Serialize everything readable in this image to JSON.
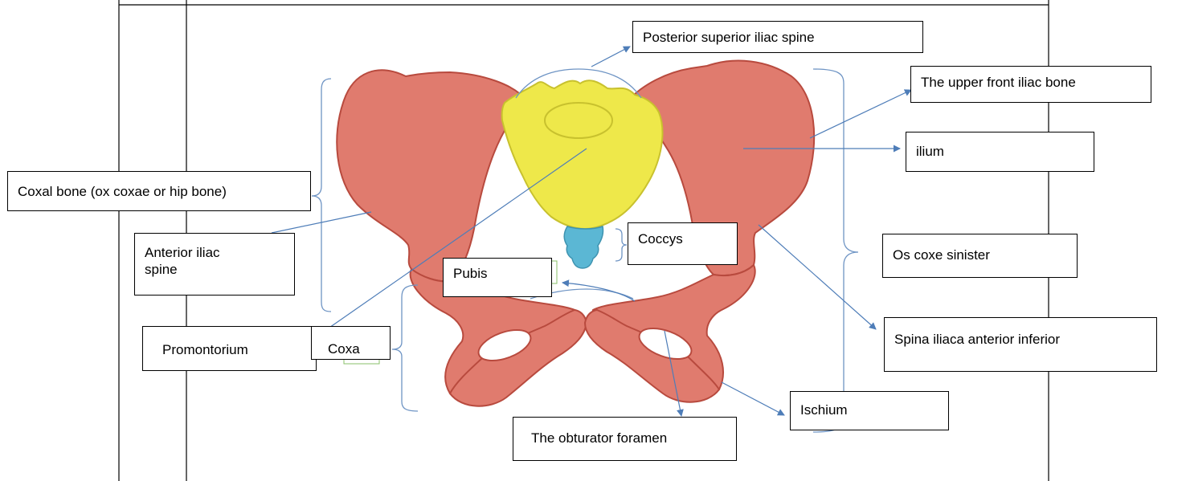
{
  "colors": {
    "bone": "#E07B6E",
    "bone_shadow": "#B84A3E",
    "bone_highlight": "#EFA398",
    "sacrum": "#EEE84A",
    "sacrum_shadow": "#C8C12E",
    "coccyx": "#5BB7D4",
    "leader": "#4E7DB8",
    "bracket": "#6E94C4",
    "rule": "#000000"
  },
  "labels": {
    "posterior_superior_iliac_spine": "Posterior superior iliac spine",
    "upper_front_iliac_bone": "The upper front iliac bone",
    "ilium": "ilium",
    "coxal_bone": "Coxal bone (ox coxae or hip bone)",
    "anterior_iliac_spine": "Anterior iliac spine",
    "coccys": "Coccys",
    "os_coxe_sinister": "Os coxe sinister",
    "pubis": "Pubis",
    "promontorium": "Promontorium",
    "coxa": "Coxa",
    "spina_iliaca_anterior_inferior": "Spina iliaca anterior inferior",
    "ischium": "Ischium",
    "obturator_foramen": "The obturator foramen"
  }
}
